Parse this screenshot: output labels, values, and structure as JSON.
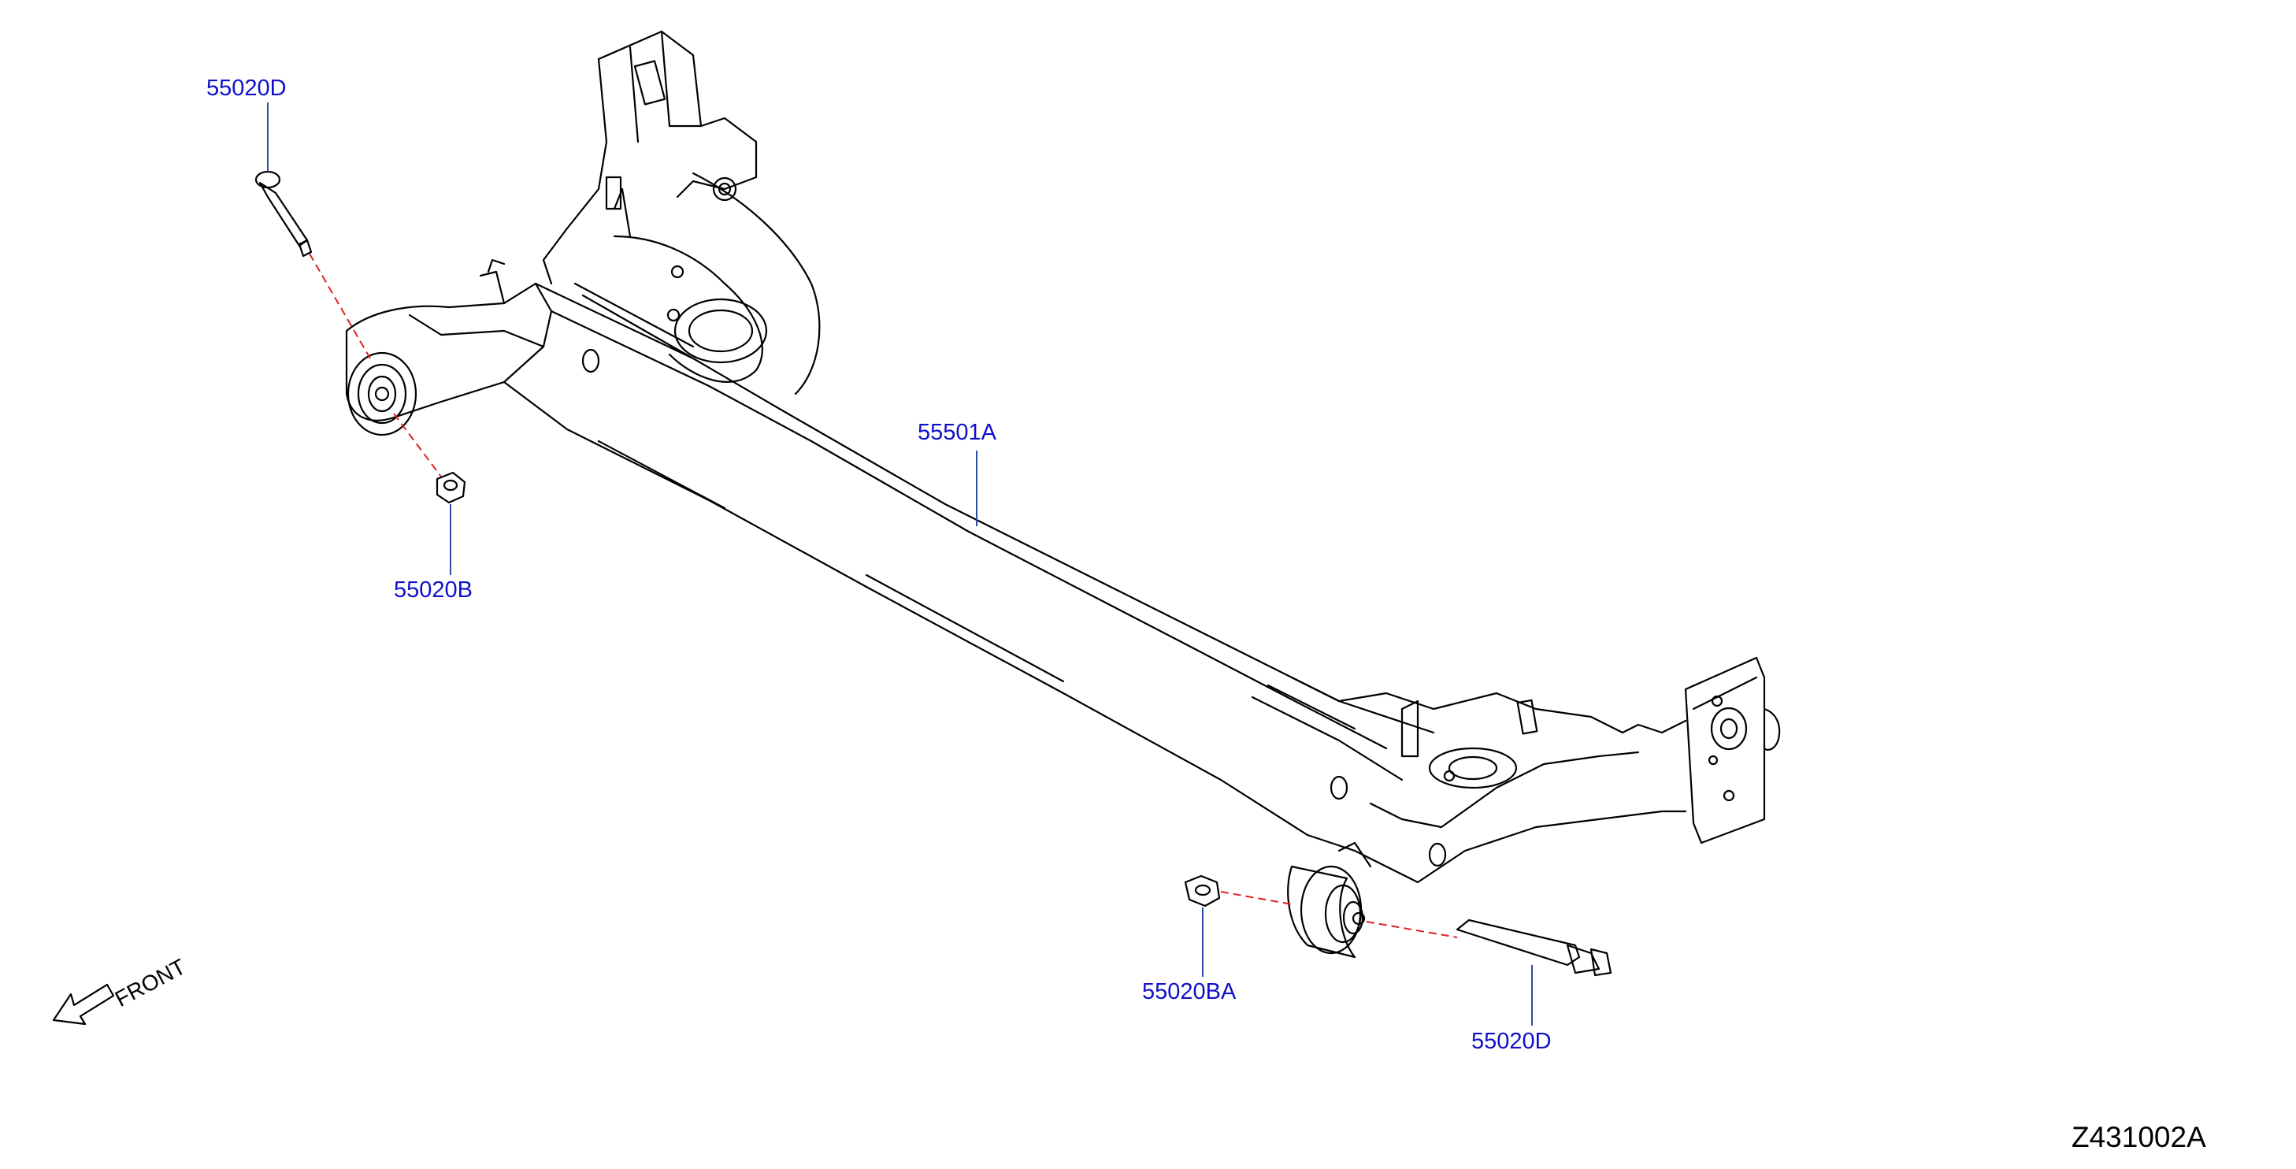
{
  "diagram": {
    "drawing_code": "Z431002A",
    "front_label": "FRONT",
    "part_callouts": [
      {
        "id": "bolt-left",
        "label": "55020D"
      },
      {
        "id": "nut-left",
        "label": "55020B"
      },
      {
        "id": "beam",
        "label": "55501A"
      },
      {
        "id": "nut-right",
        "label": "55020BA"
      },
      {
        "id": "bolt-right",
        "label": "55020D"
      }
    ],
    "colors": {
      "callout_text": "#1010cc",
      "leader_line": "#2a4fa8",
      "centerline": "#e02020",
      "drawing_line": "#000000"
    }
  }
}
